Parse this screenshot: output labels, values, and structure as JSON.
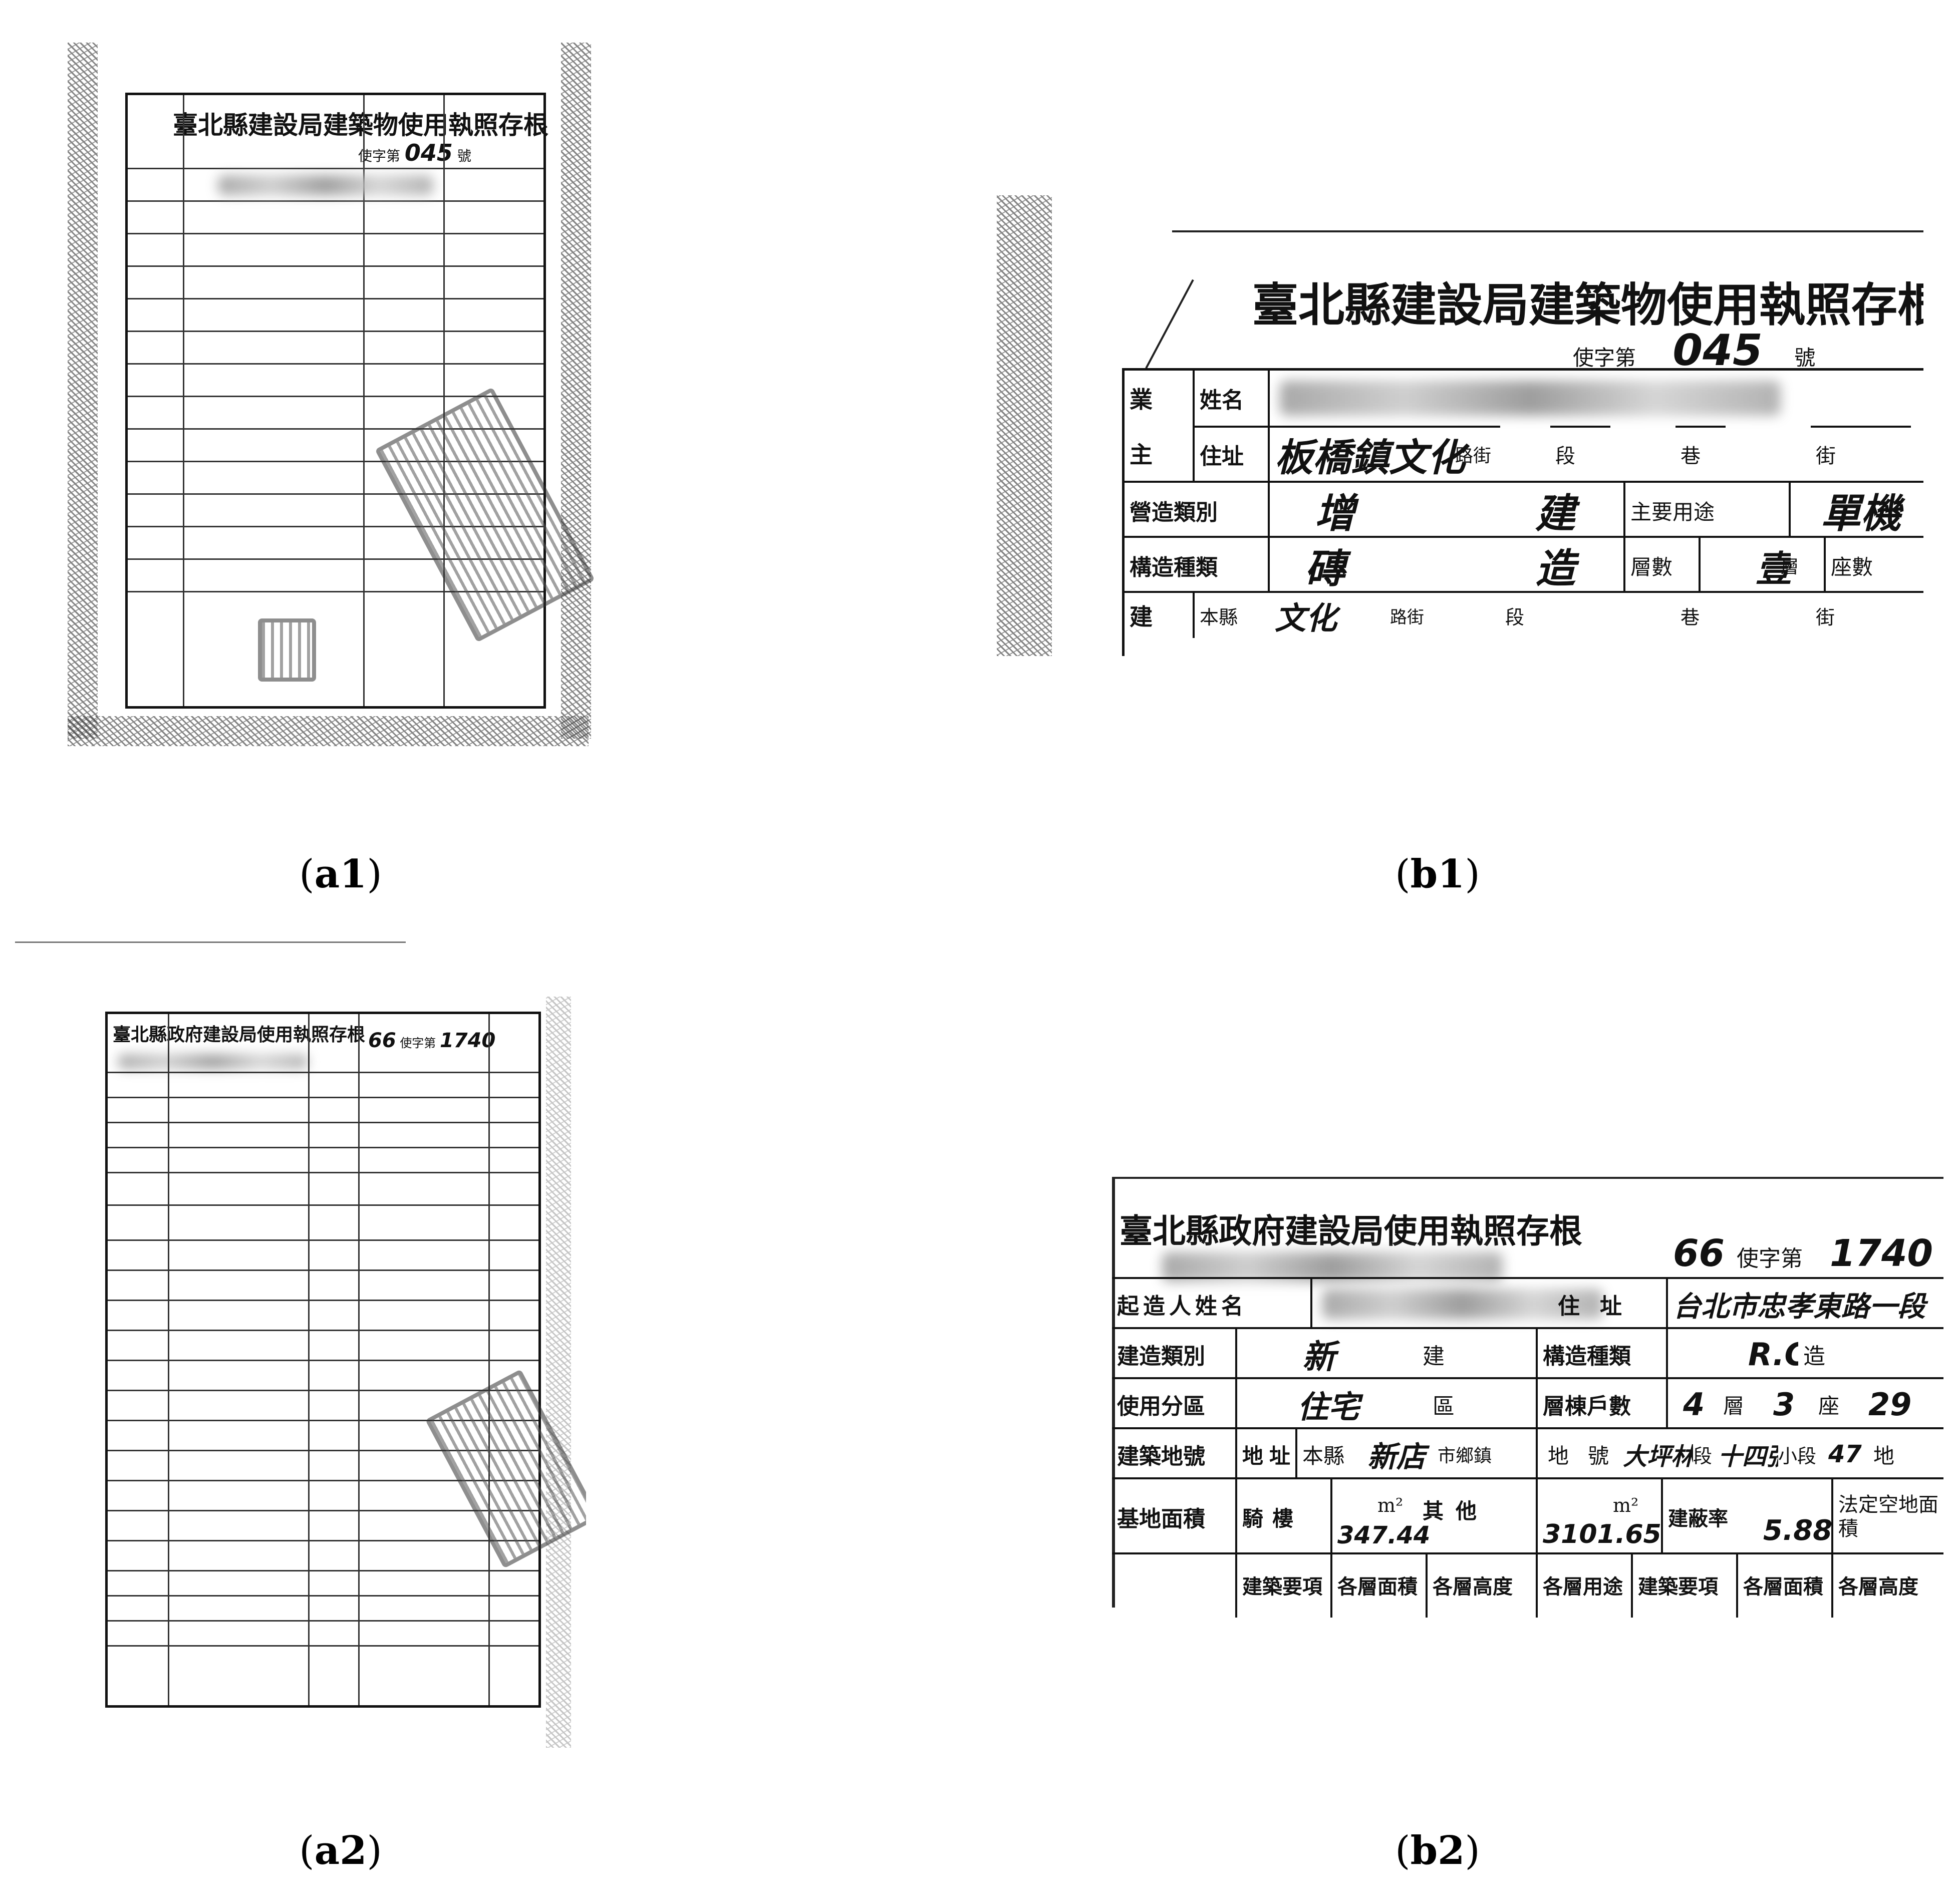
{
  "captions": {
    "a1": {
      "open": "(",
      "label": "a1",
      "close": ")"
    },
    "b1": {
      "open": "(",
      "label": "b1",
      "close": ")"
    },
    "a2": {
      "open": "(",
      "label": "a2",
      "close": ")"
    },
    "b2": {
      "open": "(",
      "label": "b2",
      "close": ")"
    }
  },
  "doc1": {
    "title": "臺北縣建設局建築物使用執照存根",
    "permit_prefix": "使字第",
    "permit_no": "045",
    "permit_suffix": "號",
    "rows": {
      "owner_name": {
        "group": "業",
        "label": "姓名"
      },
      "owner_address": {
        "group": "主",
        "label": "住址",
        "value": "板橋鎮文化",
        "road": "路街",
        "section": "段",
        "lane": "巷",
        "street": "街"
      },
      "build_type": {
        "label": "營造類別",
        "value1": "增",
        "value2": "建",
        "usage_label": "主要用途",
        "usage_value": "單機"
      },
      "structure": {
        "label": "構造種類",
        "value1": "磚",
        "value2": "造",
        "floors_label": "層數",
        "floors_value": "壹",
        "floor_unit": "層",
        "seats_label": "座數"
      },
      "site": {
        "group": "建",
        "label": "本縣",
        "value": "文化",
        "road": "路街",
        "section": "段",
        "lane": "巷",
        "street": "街"
      }
    }
  },
  "doc2": {
    "title": "臺北縣政府建設局使用執照存根",
    "permit_year": "66",
    "permit_prefix": "使字第",
    "permit_no": "1740",
    "rows": {
      "builder": {
        "label": "起造人姓名",
        "addr_label": "住址",
        "addr_value": "台北市忠孝東路一段"
      },
      "build_type": {
        "label": "建造類別",
        "value1": "新",
        "value2": "建",
        "structure_label": "構造種類",
        "structure_value": "R.C",
        "structure_unit": "造"
      },
      "zone": {
        "label": "使用分區",
        "value": "住宅",
        "unit": "區",
        "floors_label": "層棟戶數",
        "floors": "4",
        "floor_unit": "層",
        "blocks": "3",
        "block_unit": "座",
        "units": "29"
      },
      "lot": {
        "label": "建築地號",
        "addr": "地址",
        "county": "本縣",
        "town": "新店",
        "town_unit": "市鄉鎮",
        "lot": "地",
        "lot_no": "號",
        "section_name": "大坪林",
        "section": "段",
        "subsection_name": "十四張",
        "subsection": "小段",
        "parcel": "47",
        "land": "地"
      },
      "area": {
        "label": "基地面積",
        "arcade": "騎樓",
        "unit1": "m²",
        "other": "其他",
        "arcade_value": "347.44",
        "unit2": "m²",
        "other_value": "3101.65",
        "coverage_label": "建蔽率",
        "coverage_value": "5.88",
        "open_label": "法定空地面積"
      },
      "header": {
        "c1": "建築要項",
        "c2": "各層面積",
        "c3": "各層高度",
        "c4": "各層用途",
        "c5": "建築要項",
        "c6": "各層面積",
        "c7": "各層高度"
      }
    }
  }
}
